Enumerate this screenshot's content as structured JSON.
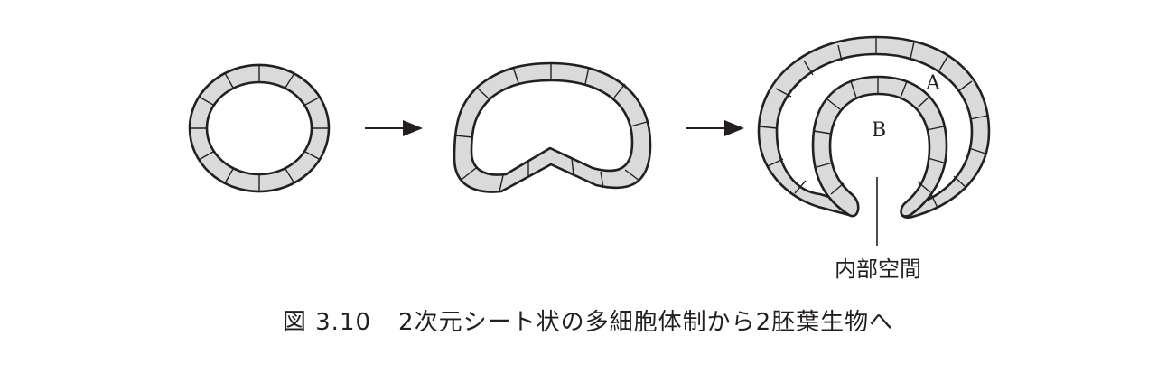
{
  "diagram": {
    "label_a": "A",
    "label_b": "B",
    "inner_space_label": "内部空間"
  },
  "caption": {
    "number": "図 3.10",
    "text": "2次元シート状の多細胞体制から2胚葉生物へ"
  },
  "colors": {
    "sheet_fill": "#dadada",
    "outline": "#231f20"
  }
}
